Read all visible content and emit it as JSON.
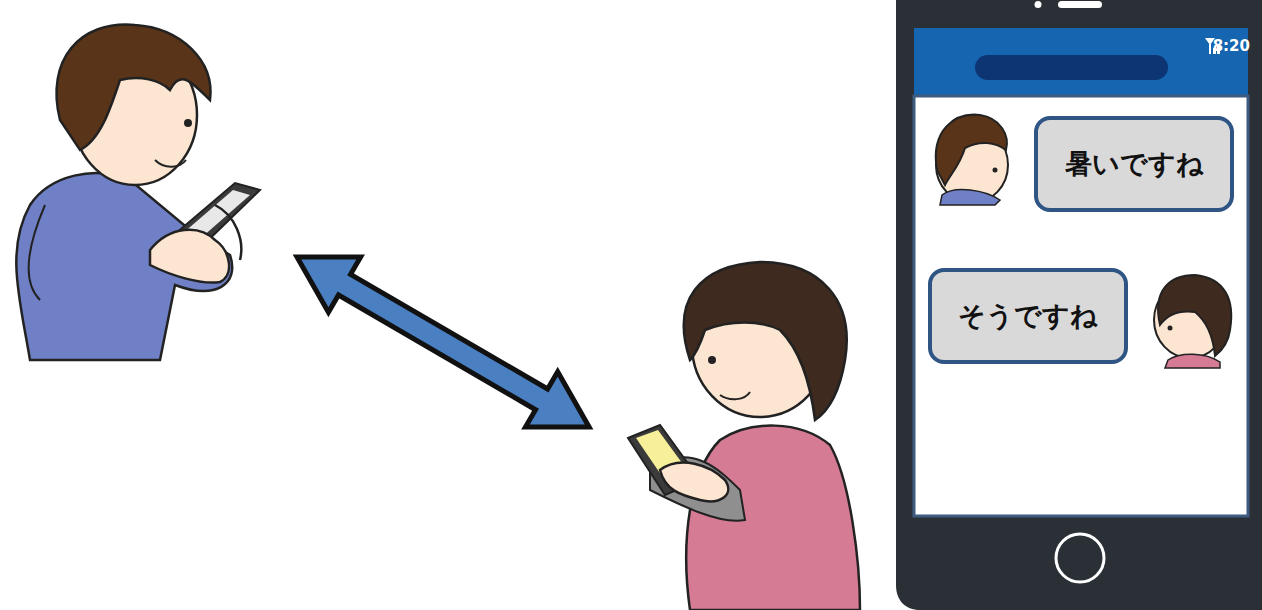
{
  "diagram": {
    "nodes": [
      {
        "text": [
          "暑いですね"
        ]
      },
      {
        "text": [
          "そうですね"
        ]
      }
    ],
    "labels": [
      "8:20"
    ]
  }
}
